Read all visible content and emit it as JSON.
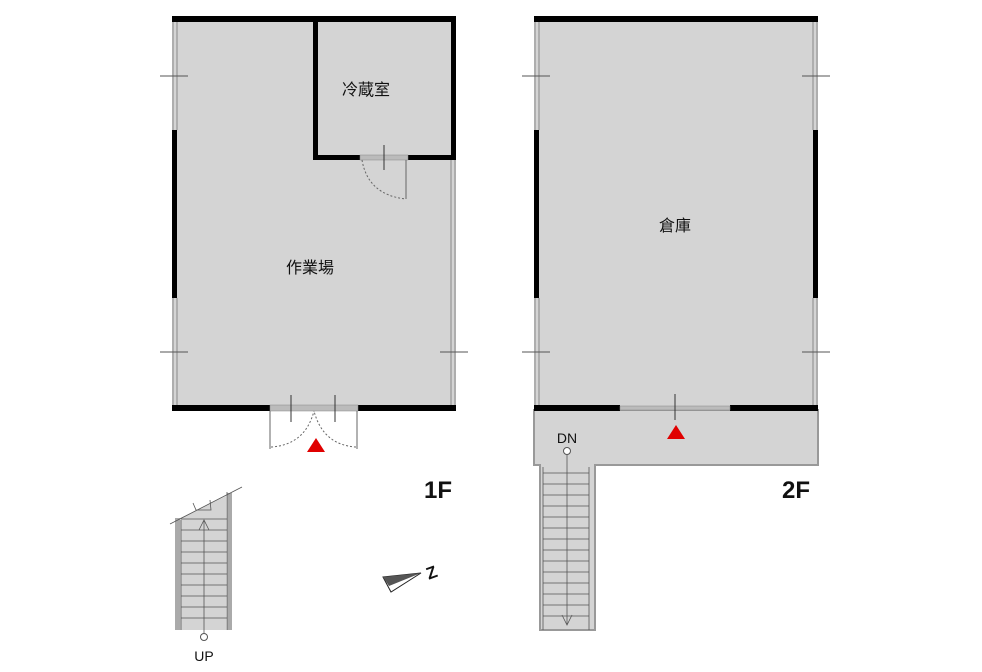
{
  "floor1": {
    "label": "1F",
    "rooms": [
      {
        "name": "作業場"
      },
      {
        "name": "冷蔵室"
      }
    ],
    "stairs_label": "UP"
  },
  "floor2": {
    "label": "2F",
    "rooms": [
      {
        "name": "倉庫"
      }
    ],
    "stairs_label": "DN"
  },
  "compass": {
    "label": "Z"
  },
  "colors": {
    "room_fill": "#d4d4d4",
    "wall": "#000000",
    "entrance_marker": "#e00000"
  }
}
